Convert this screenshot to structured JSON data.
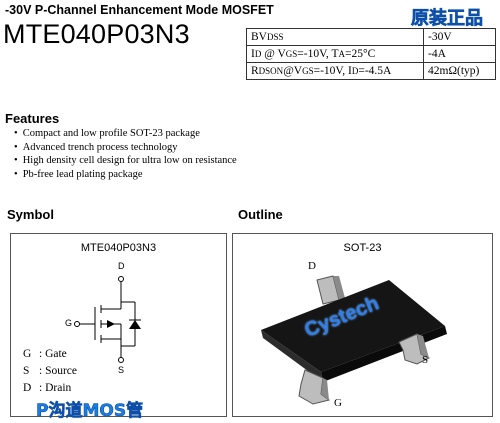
{
  "header": {
    "subtitle": "-30V P-Channel Enhancement Mode MOSFET",
    "part_number": "MTE040P03N3",
    "stamp": "原装正品"
  },
  "specs": [
    {
      "param": "BVDSS",
      "value": "-30V"
    },
    {
      "param": "ID @ VGS=-10V, TA=25°C",
      "value": "-4A"
    },
    {
      "param": "RDSON@VGS=-10V, ID=-4.5A",
      "value": "42mΩ(typ)"
    }
  ],
  "features": {
    "title": "Features",
    "items": [
      "Compact and low profile SOT-23 package",
      "Advanced trench process technology",
      "High density cell design for ultra low on resistance",
      "Pb-free lead plating package"
    ]
  },
  "symbol": {
    "heading": "Symbol",
    "box_title": "MTE040P03N3",
    "pin_d": "D",
    "pin_g": "G",
    "pin_s": "S",
    "legend": [
      {
        "key": "G",
        "sep": ":",
        "desc": "Gate"
      },
      {
        "key": "S",
        "sep": ":",
        "desc": "Source"
      },
      {
        "key": "D",
        "sep": ":",
        "desc": "Drain"
      }
    ],
    "stamp": "P沟道MOS管"
  },
  "outline": {
    "heading": "Outline",
    "box_title": "SOT-23",
    "brand": "Cystech",
    "pin_d": "D",
    "pin_s": "S",
    "pin_g": "G"
  }
}
